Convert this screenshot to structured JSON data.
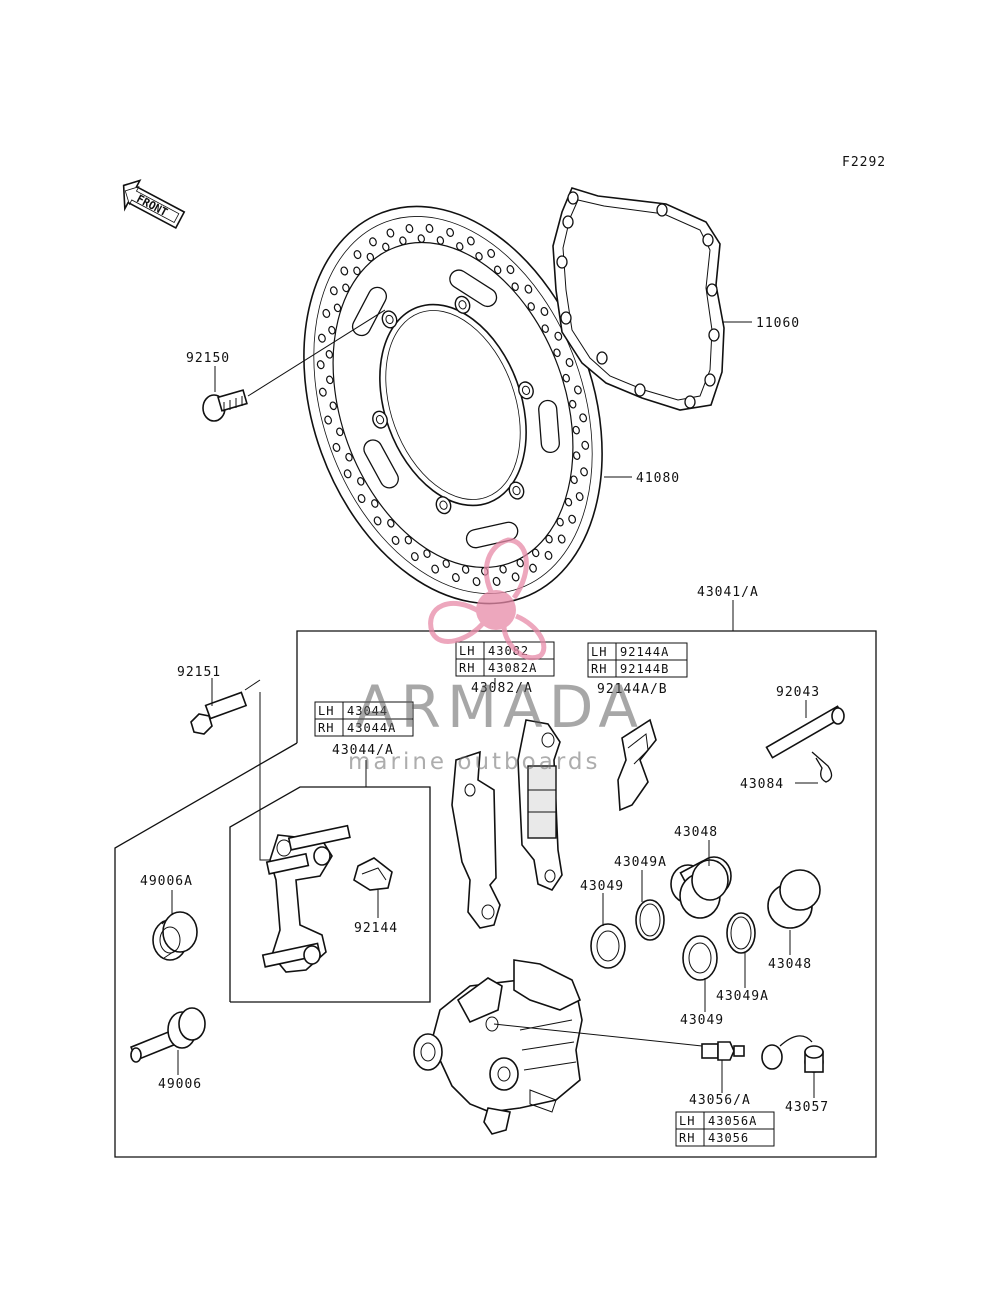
{
  "diagram_code": "F2292",
  "front_arrow_label": "FRONT",
  "parts": {
    "p11060": "11060",
    "p41080": "41080",
    "p92150": "92150",
    "p43041": "43041/A",
    "p92151": "92151",
    "p43082": "43082/A",
    "p92144ab": "92144A/B",
    "p43044": "43044/A",
    "p92043": "92043",
    "p43084": "43084",
    "p43048_a": "43048",
    "p43048_b": "43048",
    "p43049a_a": "43049A",
    "p43049a_b": "43049A",
    "p43049_a": "43049",
    "p43049_b": "43049",
    "p49006a": "49006A",
    "p49006": "49006",
    "p92144": "92144",
    "p43056": "43056/A",
    "p43057": "43057"
  },
  "tables": {
    "t43082": [
      {
        "side": "LH",
        "part": "43082"
      },
      {
        "side": "RH",
        "part": "43082A"
      }
    ],
    "t92144": [
      {
        "side": "LH",
        "part": "92144A"
      },
      {
        "side": "RH",
        "part": "92144B"
      }
    ],
    "t43044": [
      {
        "side": "LH",
        "part": "43044"
      },
      {
        "side": "RH",
        "part": "43044A"
      }
    ],
    "t43056": [
      {
        "side": "LH",
        "part": "43056A"
      },
      {
        "side": "RH",
        "part": "43056"
      }
    ]
  },
  "watermark": {
    "brand": "ARMADA",
    "tagline": "marine outboards",
    "logo_color": "#e78aa8",
    "text_color": "#5e5e5e"
  }
}
